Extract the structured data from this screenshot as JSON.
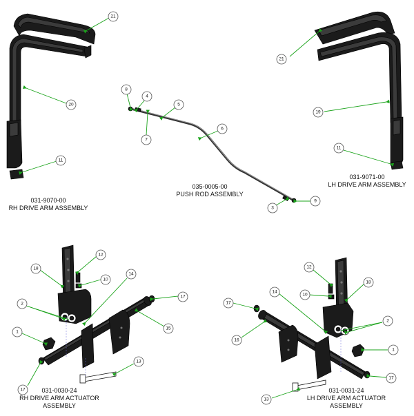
{
  "assemblies": {
    "rh_drive_arm": {
      "part_number": "031-9070-00",
      "name": "RH DRIVE ARM ASSEMBLY"
    },
    "push_rod": {
      "part_number": "035-0005-00",
      "name": "PUSH ROD ASSEMBLY"
    },
    "lh_drive_arm": {
      "part_number": "031-9071-00",
      "name": "LH DRIVE ARM ASSEMBLY"
    },
    "rh_actuator": {
      "part_number": "031-0030-24",
      "name_line1": "RH DRIVE ARM ACTUATOR",
      "name_line2": "ASSEMBLY"
    },
    "lh_actuator": {
      "part_number": "031-0031-24",
      "name_line1": "LH DRIVE ARM ACTUATOR",
      "name_line2": "ASSEMBLY"
    }
  },
  "callouts": {
    "rh_arm": [
      "21",
      "20",
      "11"
    ],
    "push_rod": [
      "8",
      "4",
      "5",
      "7",
      "6",
      "3",
      "9"
    ],
    "lh_arm": [
      "21",
      "19",
      "11"
    ],
    "rh_actuator": [
      "18",
      "12",
      "10",
      "14",
      "17",
      "2",
      "15",
      "1",
      "17",
      "13"
    ],
    "lh_actuator": [
      "12",
      "18",
      "10",
      "14",
      "17",
      "2",
      "16",
      "1",
      "17",
      "13"
    ]
  },
  "colors": {
    "leader": "#1aa31a",
    "part": "#1b1b1b",
    "text": "#111111"
  }
}
